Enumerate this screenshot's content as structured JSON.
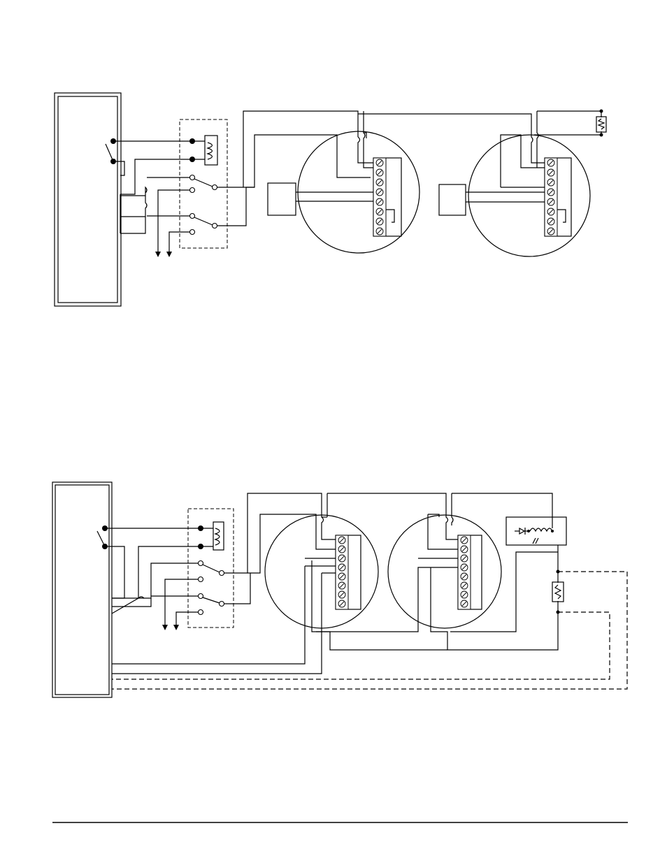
{
  "document": {
    "type": "wiring-diagram-page",
    "diagrams": [
      {
        "id": "diagram-top"
      },
      {
        "id": "diagram-bottom"
      }
    ]
  }
}
